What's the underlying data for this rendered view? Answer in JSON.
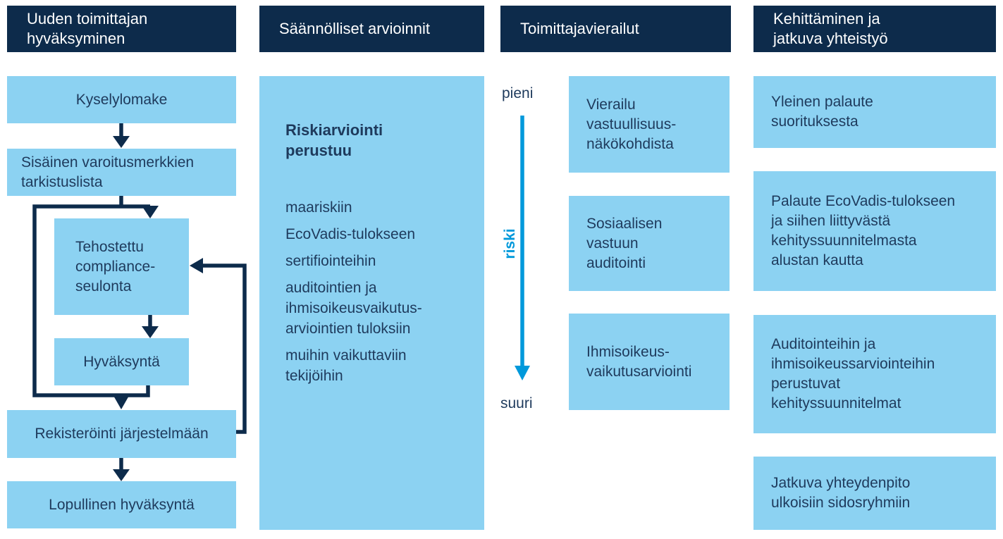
{
  "palette": {
    "navy": "#0d2b4b",
    "light_blue": "#8cd2f2",
    "accent_blue": "#0099db",
    "text_navy": "#1e3a5c",
    "background": "#ffffff"
  },
  "columns": {
    "approval": {
      "header": "Uuden toimittajan\nhyväksyminen",
      "steps": [
        "Kyselylomake",
        "Sisäinen varoitusmerkkien\ntarkistuslista",
        "Tehostettu\ncompliance-\nseulonta",
        "Hyväksyntä",
        "Rekisteröinti järjestelmään",
        "Lopullinen hyväksyntä"
      ]
    },
    "assessments": {
      "header": "Säännölliset arvioinnit",
      "panel_title": "Riskiarviointi\nperustuu",
      "items": [
        "maariskiin",
        "EcoVadis-tulokseen",
        "sertifiointeihin",
        "auditointien ja\nihmisoikeusvaikutus-\narviointien tuloksiin",
        "muihin vaikuttaviin\ntekijöihin"
      ]
    },
    "visits": {
      "header": "Toimittajavierailut",
      "risk_scale": {
        "low_label": "pieni",
        "axis_label": "riski",
        "high_label": "suuri"
      },
      "items": [
        "Vierailu\nvastuullisuus-\nnäkökohdista",
        "Sosiaalisen\nvastuun\nauditointi",
        "Ihmisoikeus-\nvaikutusarviointi"
      ]
    },
    "development": {
      "header": "Kehittäminen ja\njatkuva yhteistyö",
      "items": [
        "Yleinen palaute\nsuorituksesta",
        "Palaute EcoVadis-tulokseen\nja siihen liittyvästä\nkehityssuunnitelmasta\nalustan kautta",
        "Auditointeihin ja\nihmisoikeussarviointeihin\nperustuvat\nkehityssuunnitelmat",
        "Jatkuva yhteydenpito\nulkoisiin sidosryhmiin"
      ]
    }
  }
}
